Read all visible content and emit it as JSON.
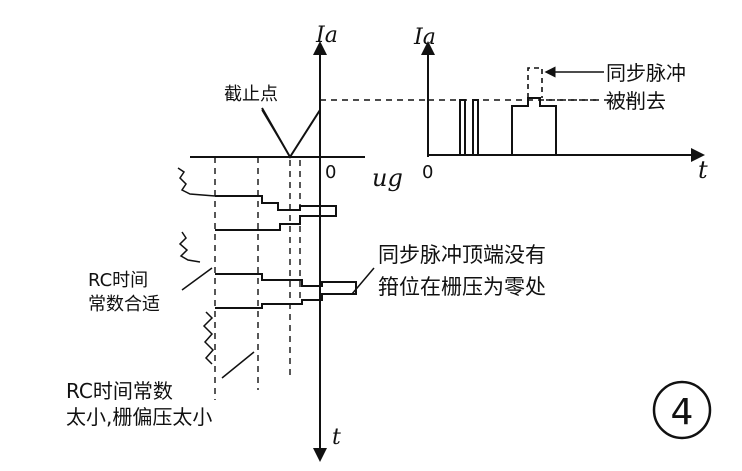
{
  "figure_number": "4",
  "left_diagram": {
    "y_axis_label": "Ia",
    "x_axis_label": "ug",
    "time_axis_label": "t",
    "origin_label": "0",
    "cutoff_label": "截止点",
    "annotation_rc_proper": [
      "RC时间",
      "常数合适"
    ],
    "annotation_rc_small": [
      "RC时间常数",
      "太小,栅偏压太小"
    ],
    "annotation_sync_top": [
      "同步脉冲顶端没有",
      "箝位在栅压为零处"
    ]
  },
  "right_diagram": {
    "y_axis_label": "Ia",
    "time_axis_label": "t",
    "origin_label": "0",
    "annotation_sync_cut": [
      "同步脉冲",
      "被削去"
    ]
  }
}
